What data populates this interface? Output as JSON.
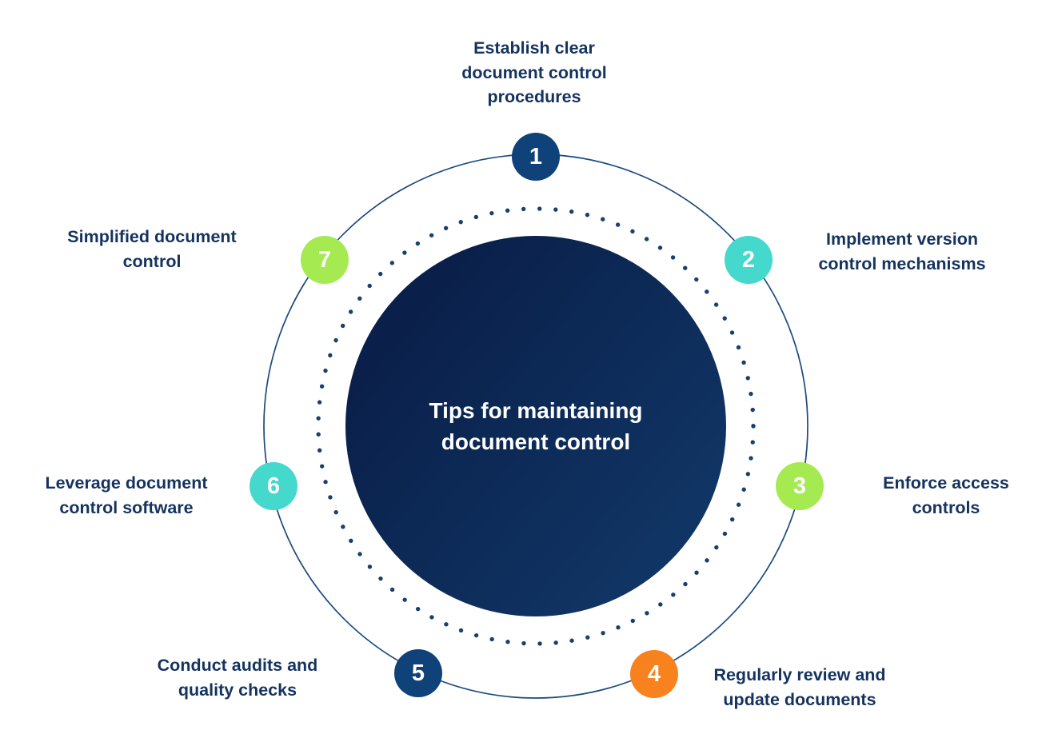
{
  "title": "Tips for maintaining document control",
  "steps": [
    {
      "number": "1",
      "label": "Establish clear document control procedures",
      "color": "#0f4278"
    },
    {
      "number": "2",
      "label": "Implement version control mechanisms",
      "color": "#45d8cd"
    },
    {
      "number": "3",
      "label": "Enforce access controls",
      "color": "#a6ea52"
    },
    {
      "number": "4",
      "label": "Regularly review and update documents",
      "color": "#f8821d"
    },
    {
      "number": "5",
      "label": "Conduct audits and quality checks",
      "color": "#0f4278"
    },
    {
      "number": "6",
      "label": "Leverage document control software",
      "color": "#45d8cd"
    },
    {
      "number": "7",
      "label": "Simplified document control",
      "color": "#a6ea52"
    }
  ],
  "colors": {
    "outer_ring": "#1b4b7d",
    "dots": "#16416f",
    "label_text": "#14335e",
    "center_from": "#081a43",
    "center_to": "#123a6b"
  }
}
